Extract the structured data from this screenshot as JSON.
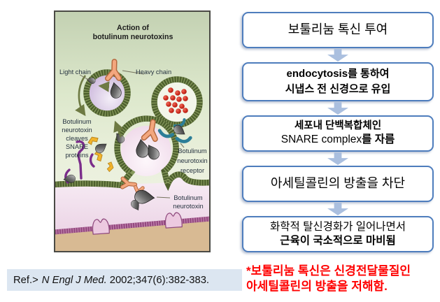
{
  "colors": {
    "box_border": "#4e7dbd",
    "arrow_fill": "#aabfdf",
    "note_red": "#ff0000",
    "ref_bg": "#dce6f1",
    "figure_border": "#4a4a45"
  },
  "figure": {
    "title": {
      "line1": "Action of",
      "line2": "botulinum neurotoxins"
    },
    "labels": {
      "light_chain": "Light chain",
      "heavy_chain": "Heavy chain",
      "cleaves": [
        "Botulinum",
        "neurotoxin",
        "cleaves",
        "SNARE",
        "proteins"
      ],
      "receptor": [
        "Botulinum",
        "neurotoxin",
        "receptor"
      ],
      "neurotoxin": [
        "Botulinum",
        "neurotoxin"
      ]
    }
  },
  "flowchart": {
    "steps": [
      {
        "line1": "보툴리눔 톡신 투여"
      },
      {
        "line1": "endocytosis를 통하여",
        "line2": "시냅스 전 신경으로 유입"
      },
      {
        "line1": "세포내 단백복합체인",
        "line2_regular": "SNARE complex",
        "line2_bold": "를 자름"
      },
      {
        "line1": "아세틸콜린의 방출을 차단"
      },
      {
        "line1": "화학적 탈신경화가 일어나면서",
        "line2": "근육이 국소적으로 마비됨"
      }
    ]
  },
  "reference": {
    "prefix": "Ref.>",
    "journal": "N Engl J Med.",
    "citation": "2002;347(6):382-383."
  },
  "note": {
    "line1": "*보툴리눔 톡신은 신경전달물질인",
    "line2": "아세틸콜린의 방출을 저해함."
  }
}
